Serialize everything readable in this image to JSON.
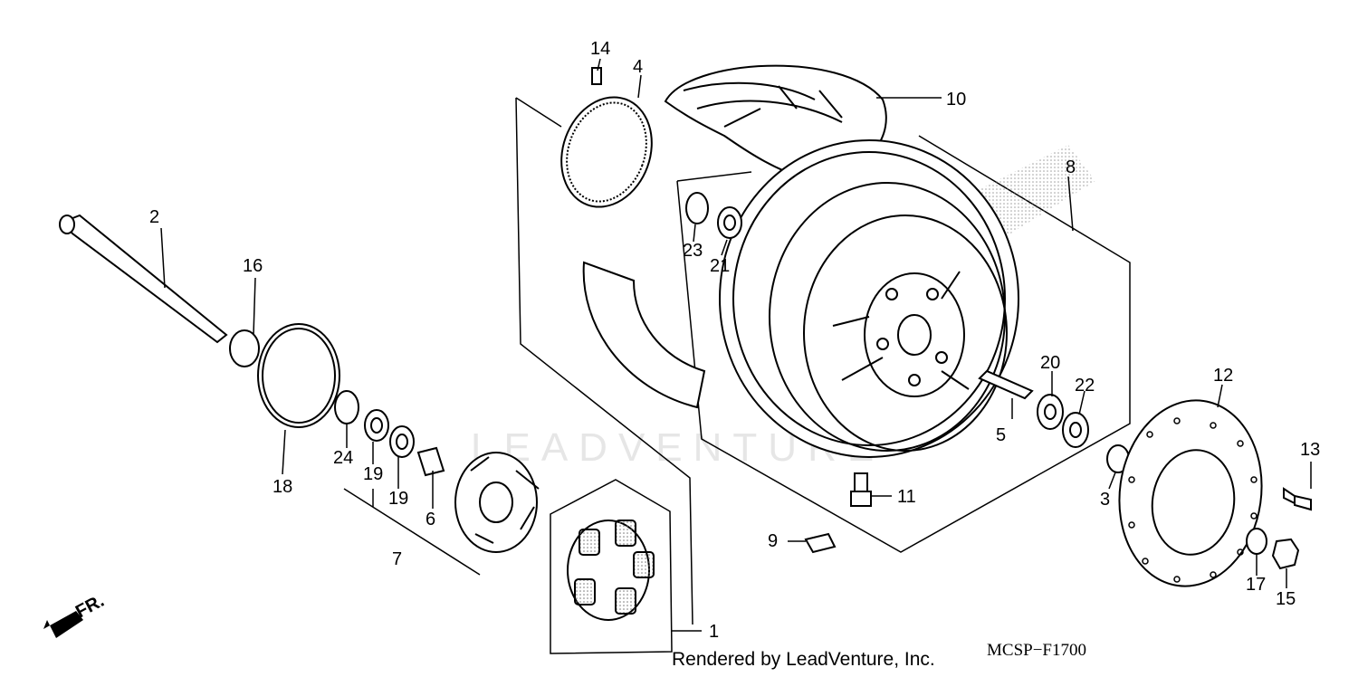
{
  "watermark": "LEADVENTURE",
  "footer": {
    "render_credit": "Rendered by LeadVenture, Inc.",
    "diagram_code": "MCSP−F1700"
  },
  "direction_marker": "FR.",
  "callouts": {
    "c1": "1",
    "c2": "2",
    "c3": "3",
    "c4": "4",
    "c5": "5",
    "c6": "6",
    "c7": "7",
    "c8": "8",
    "c9": "9",
    "c10": "10",
    "c11": "11",
    "c12": "12",
    "c13": "13",
    "c14": "14",
    "c15": "15",
    "c16": "16",
    "c17": "17",
    "c18": "18",
    "c19a": "19",
    "c19b": "19",
    "c20": "20",
    "c21": "21",
    "c22": "22",
    "c23": "23",
    "c24": "24"
  }
}
